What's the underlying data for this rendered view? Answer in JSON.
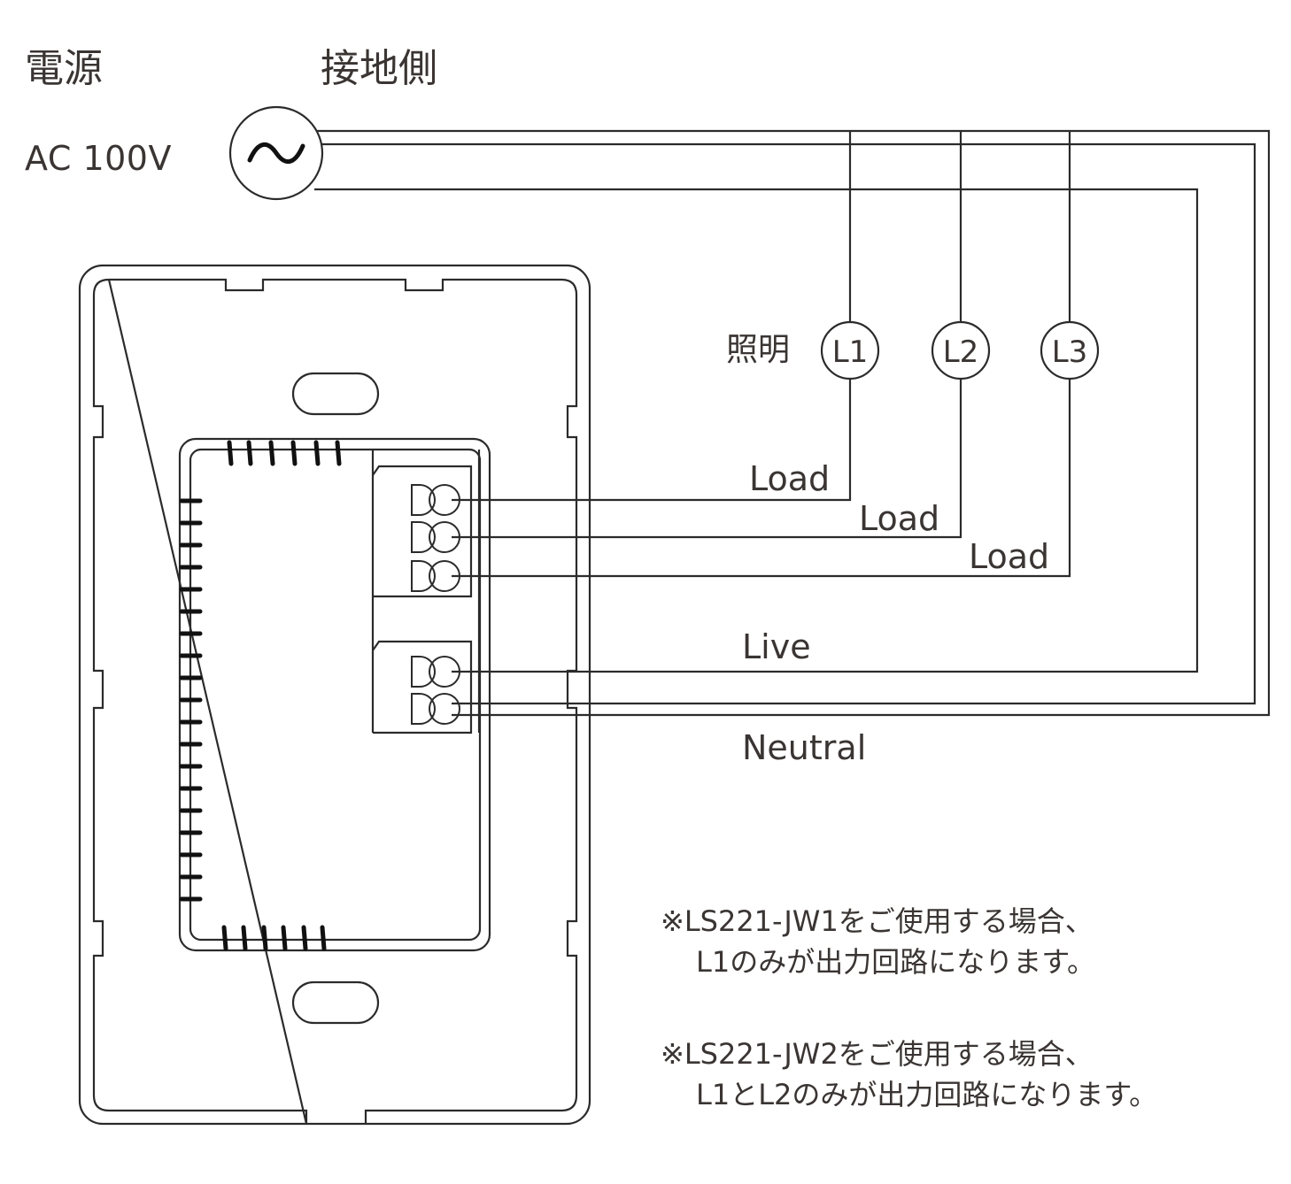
{
  "power": {
    "title": "電源",
    "ground_side_label": "接地側",
    "voltage_label": "AC 100V",
    "source_symbol": "~"
  },
  "lighting": {
    "label": "照明",
    "lamps": [
      "L1",
      "L2",
      "L3"
    ]
  },
  "wires": {
    "load_labels": [
      "Load",
      "Load",
      "Load"
    ],
    "live_label": "Live",
    "neutral_label": "Neutral"
  },
  "notes": [
    {
      "line1": "※LS221-JW1をご使用する場合、",
      "line2": "L1のみが出力回路になります。"
    },
    {
      "line1": "※LS221-JW2をご使用する場合、",
      "line2": "L1とL2のみが出力回路になります。"
    }
  ],
  "colors": {
    "line": "#2b2b2b",
    "text": "#3a3533"
  }
}
